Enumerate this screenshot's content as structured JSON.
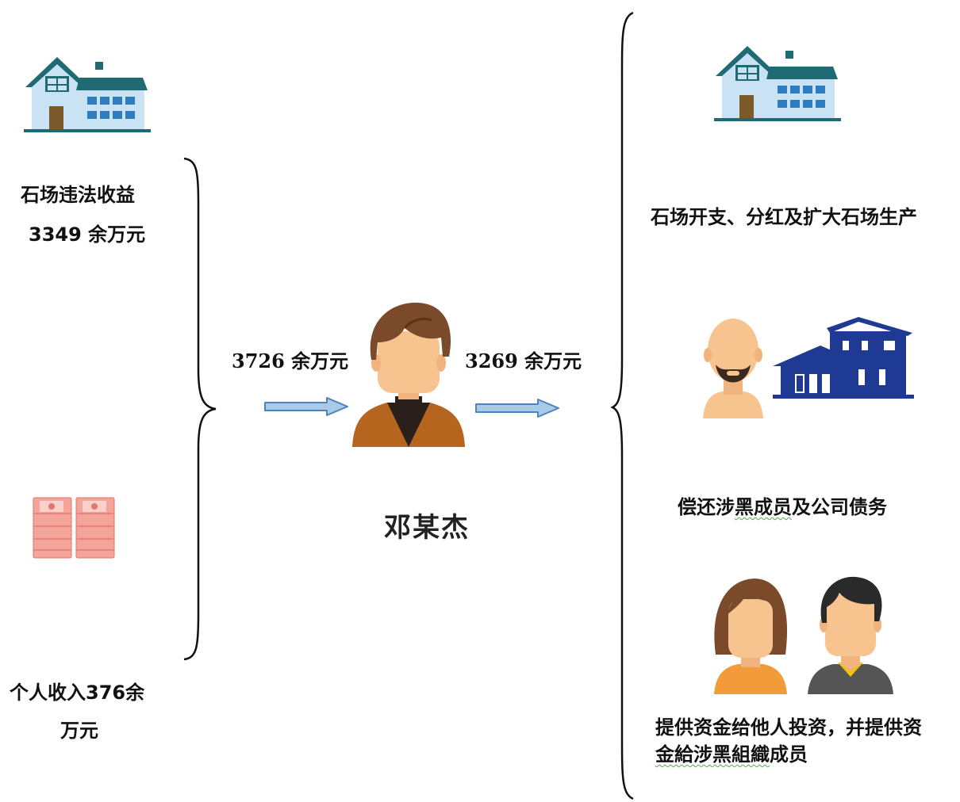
{
  "sources": {
    "quarry_income": {
      "line1": "石场违法收益",
      "line2": "3349 余万元"
    },
    "personal_income": {
      "line1": "个人收入376余",
      "line2": "万元"
    }
  },
  "flows": {
    "inflow_amount": "3726 余万元",
    "outflow_amount": "3269 余万元"
  },
  "center_person": {
    "name": "邓某杰"
  },
  "uses": {
    "quarry_expenses": "石场开支、分红及扩大石场生产",
    "debt_repayment": {
      "prefix": "偿还涉",
      "underlined": "黑成员",
      "suffix": "及公司债务"
    },
    "funding": {
      "line1": "提供资金给他人投资，并提供资",
      "line2_underlined": "金給涉黑組織",
      "line2_suffix": "成员"
    }
  },
  "colors": {
    "house_wall": "#c9e3f5",
    "house_roof": "#1f6a73",
    "blue_house": "#1f3a93",
    "arrow_fill": "#a9cbe8",
    "arrow_stroke": "#4f83c0",
    "skin": "#f7c48f",
    "hair_brown": "#7a4a2a",
    "jacket": "#b5651d",
    "money": "#f08a80"
  }
}
